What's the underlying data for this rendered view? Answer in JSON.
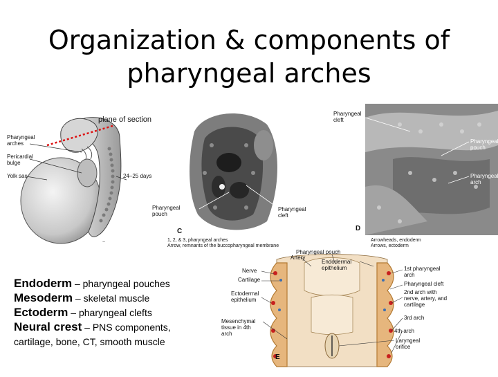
{
  "title_line1": "Organization & components of",
  "title_line2": "pharyngeal arches",
  "embryo": {
    "plane_label": "plane of section",
    "labels": [
      "Pharyngeal arches",
      "Pericardial bulge",
      "Yolk sac",
      "24–25 days"
    ]
  },
  "sem_c": {
    "labels": [
      "Pharyngeal pouch",
      "Pharyngeal cleft",
      "C"
    ],
    "caption_1": "1, 2, & 3, pharyngeal arches",
    "caption_2": "Arrow, remnants of the buccopharyngeal membrane"
  },
  "sem_d": {
    "labels": [
      "Pharyngeal cleft",
      "Pharyngeal pouch",
      "Pharyngeal arch",
      "D"
    ],
    "caption_1": "Arrowheads, endoderm",
    "caption_2": "Arrows, ectoderm"
  },
  "diagram_e": {
    "labels_left": [
      "Nerve",
      "Cartilage",
      "Ectodermal epithelium",
      "Mesenchymal tissue in 4th arch"
    ],
    "labels_top": [
      "Artery",
      "Pharyngeal pouch",
      "Endodermal epithelium"
    ],
    "labels_right": [
      "1st pharyngeal arch",
      "Pharyngeal cleft",
      "2nd arch with nerve, artery, and cartilage",
      "3rd arch",
      "4th arch",
      "Laryngeal orifice"
    ],
    "panel_letter": "E"
  },
  "components": [
    {
      "term": "Endoderm",
      "def": " – pharyngeal pouches"
    },
    {
      "term": "Mesoderm",
      "def": " – skeletal muscle"
    },
    {
      "term": "Ectoderm",
      "def": " – pharyngeal clefts"
    },
    {
      "term": "Neural crest",
      "def": " – PNS components,"
    }
  ],
  "components_continuation": "cartilage, bone, CT, smooth muscle"
}
